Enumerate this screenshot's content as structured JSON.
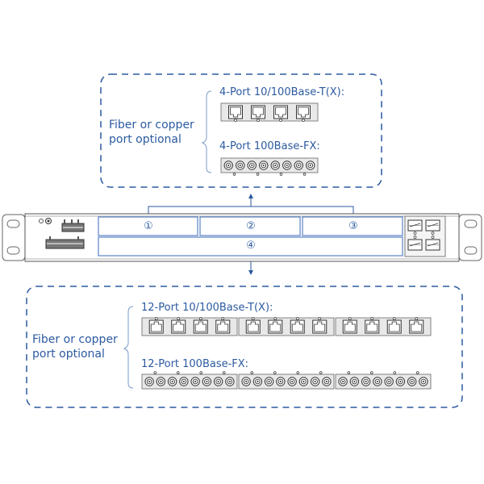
{
  "diagram": {
    "title": "Rackmount switch slot options",
    "colors": {
      "accent": "#2c5aa0",
      "slot_outline": "#5a82c4",
      "chassis_line": "#555555",
      "port_fill": "#e8e8e8",
      "dashed_border": "#2c5aa0"
    },
    "top_callout": {
      "description_lines": [
        "Fiber or copper",
        "port optional"
      ],
      "options": [
        {
          "title": "4-Port 10/100Base-T(X):",
          "port_type": "rj45",
          "ports": 4,
          "groups": 1
        },
        {
          "title": "4-Port 100Base-FX:",
          "port_type": "fiber",
          "ports": 4,
          "groups": 1
        }
      ]
    },
    "bottom_callout": {
      "description_lines": [
        "Fiber or copper",
        "port optional"
      ],
      "options": [
        {
          "title": "12-Port 10/100Base-T(X):",
          "port_type": "rj45",
          "ports": 12,
          "groups": 3
        },
        {
          "title": "12-Port 100Base-FX:",
          "port_type": "fiber",
          "ports": 12,
          "groups": 3
        }
      ]
    },
    "chassis": {
      "slots": [
        {
          "label": "①",
          "id": 1
        },
        {
          "label": "②",
          "id": 2
        },
        {
          "label": "③",
          "id": 3
        },
        {
          "label": "④",
          "id": 4
        }
      ],
      "left_panel": [
        "ground-screw",
        "power-terminal-block-small",
        "power-terminal-block-large"
      ],
      "right_panel": {
        "module_count": 4,
        "module_icon": "sfp-cage-icon"
      }
    }
  }
}
